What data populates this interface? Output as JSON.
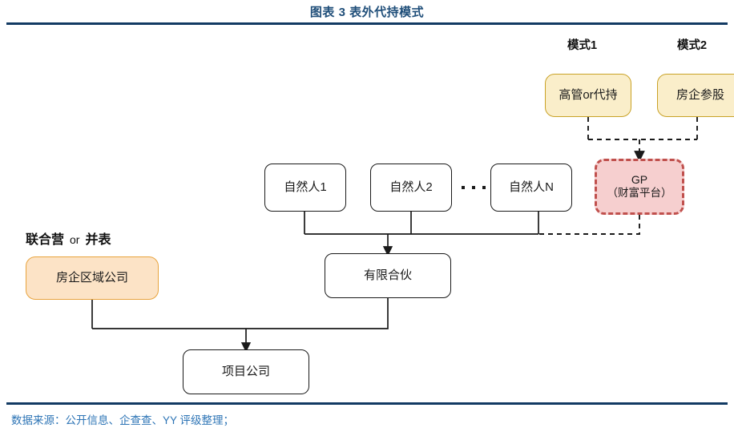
{
  "header": {
    "title": "图表 3  表外代持模式",
    "rule_color": "#123a63",
    "title_color": "#1f4e79"
  },
  "footer": {
    "source_note": "数据来源：公开信息、企查查、YY 评级整理；",
    "note_color": "#2e75b6"
  },
  "diagram": {
    "mode_labels": [
      {
        "name": "mode-1",
        "text": "模式1"
      },
      {
        "name": "mode-2",
        "text": "模式2"
      }
    ],
    "side_label": {
      "left": "联合营",
      "conjunction": "or",
      "right": "并表"
    },
    "nodes": {
      "exec_proxy": {
        "label": "高管or代持",
        "style": "yellow"
      },
      "developer_stake": {
        "label": "房企参股",
        "style": "yellow"
      },
      "gp": {
        "line1": "GP",
        "line2": "（财富平台）",
        "style": "pink"
      },
      "person_1": {
        "label": "自然人1",
        "style": "plain"
      },
      "person_2": {
        "label": "自然人2",
        "style": "plain"
      },
      "person_n": {
        "label": "自然人N",
        "style": "plain"
      },
      "developer_region": {
        "label": "房企区域公司",
        "style": "peach"
      },
      "limited_partner": {
        "label": "有限合伙",
        "style": "plain"
      },
      "project_company": {
        "label": "项目公司",
        "style": "plain"
      }
    },
    "colors": {
      "yellow_fill": "#faeeca",
      "yellow_border": "#c9a227",
      "peach_fill": "#fce3c6",
      "peach_border": "#e8a33d",
      "pink_fill": "#f6cfcf",
      "pink_border": "#c0504d",
      "line": "#1a1a1a"
    }
  }
}
